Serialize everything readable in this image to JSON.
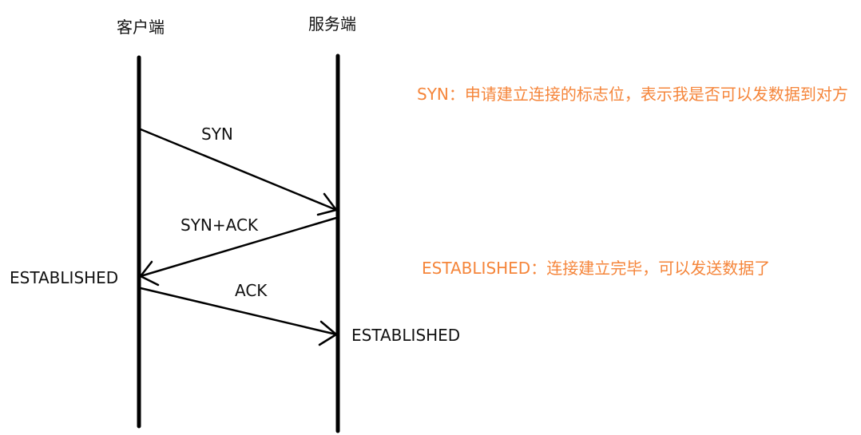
{
  "participants": {
    "client": "客户端",
    "server": "服务端"
  },
  "messages": [
    {
      "id": "syn",
      "label": "SYN",
      "from": "client",
      "to": "server"
    },
    {
      "id": "syn-ack",
      "label": "SYN+ACK",
      "from": "server",
      "to": "client"
    },
    {
      "id": "ack",
      "label": "ACK",
      "from": "client",
      "to": "server"
    }
  ],
  "states": {
    "client_established": "ESTABLISHED",
    "server_established": "ESTABLISHED"
  },
  "notes": {
    "syn": "SYN：申请建立连接的标志位，表示我是否可以发数据到对方",
    "established": "ESTABLISHED：连接建立完毕，可以发送数据了"
  },
  "colors": {
    "line": "#000000",
    "text": "#111111",
    "note": "#f5853a"
  }
}
